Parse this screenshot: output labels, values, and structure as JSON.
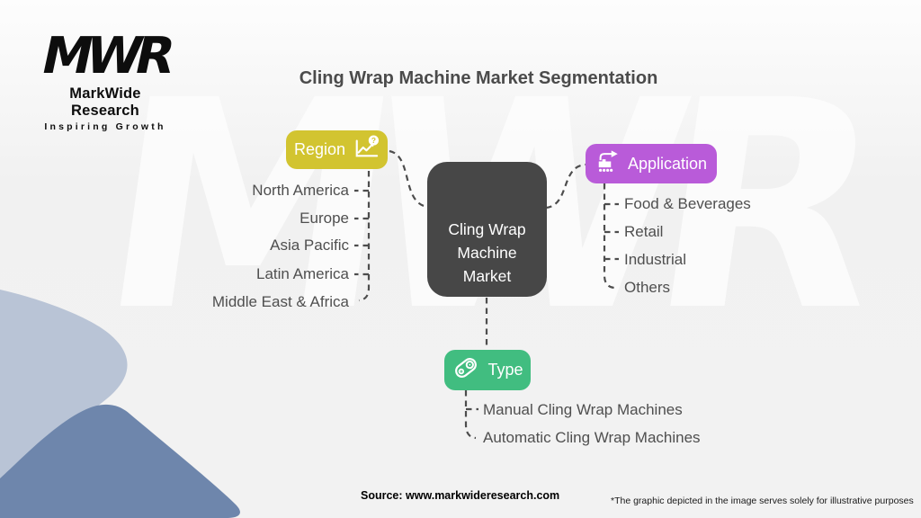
{
  "title": "Cling Wrap Machine Market Segmentation",
  "watermark": "MWR",
  "logo": {
    "monogram": "MWR",
    "name": "MarkWide Research",
    "tagline": "Inspiring Growth"
  },
  "center_node": {
    "label": "Cling Wrap Machine Market"
  },
  "branches": {
    "region": {
      "label": "Region",
      "color": "#d2c430",
      "icon": "trend-chart-question-icon",
      "items": [
        "North America",
        "Europe",
        "Asia Pacific",
        "Latin America",
        "Middle East & Africa"
      ]
    },
    "application": {
      "label": "Application",
      "color": "#b95bd9",
      "icon": "conveyor-arrow-icon",
      "items": [
        "Food & Beverages",
        "Retail",
        "Industrial",
        "Others"
      ]
    },
    "type": {
      "label": "Type",
      "color": "#41bd80",
      "icon": "roller-belt-icon",
      "items": [
        "Manual Cling Wrap Machines",
        "Automatic Cling Wrap Machines"
      ]
    }
  },
  "footer": {
    "source": "Source: www.markwideresearch.com",
    "disclaimer": "*The graphic depicted in the image serves solely for illustrative purposes"
  },
  "colors": {
    "center_node": "#474747",
    "region": "#d2c430",
    "application": "#b95bd9",
    "type": "#41bd80",
    "connector": "#4d4d4d",
    "item_text": "#4f4f4f",
    "corner_light": "#b9c4d6",
    "corner_medium": "#6e86ac"
  }
}
